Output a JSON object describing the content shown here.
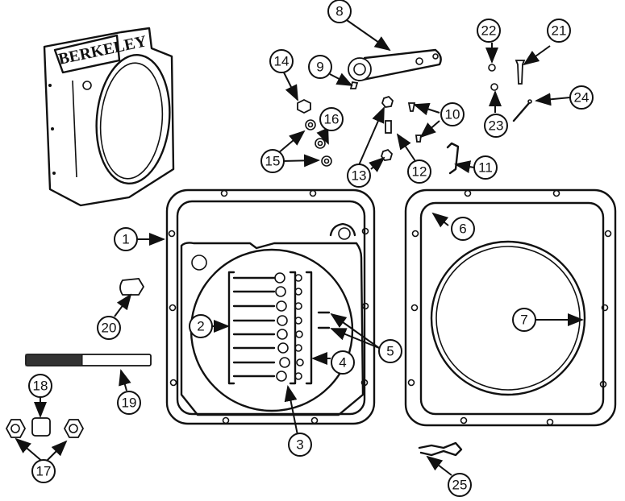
{
  "diagram": {
    "type": "exploded-parts-view",
    "brand_label": "BERKELEY",
    "callouts": [
      "1",
      "2",
      "3",
      "4",
      "5",
      "6",
      "7",
      "8",
      "9",
      "10",
      "11",
      "12",
      "13",
      "14",
      "15",
      "16",
      "17",
      "18",
      "19",
      "20",
      "21",
      "22",
      "23",
      "24",
      "25"
    ]
  }
}
